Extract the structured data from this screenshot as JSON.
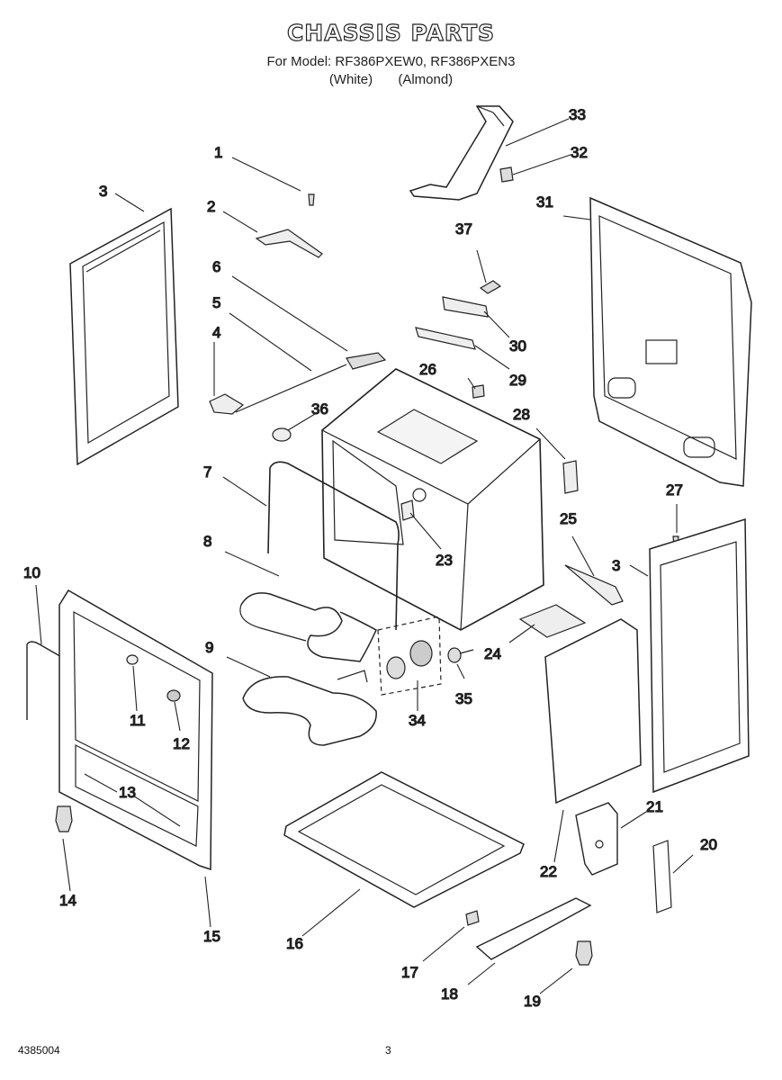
{
  "header": {
    "title": "CHASSIS PARTS",
    "models_line": "For Model: RF386PXEW0, RF386PXEN3",
    "color_white": "(White)",
    "color_almond": "(Almond)"
  },
  "callouts": [
    "1",
    "2",
    "3",
    "4",
    "5",
    "6",
    "7",
    "8",
    "9",
    "10",
    "11",
    "12",
    "13",
    "14",
    "15",
    "16",
    "17",
    "18",
    "19",
    "20",
    "21",
    "22",
    "23",
    "24",
    "25",
    "26",
    "27",
    "28",
    "29",
    "30",
    "31",
    "32",
    "33",
    "34",
    "35",
    "36",
    "37"
  ],
  "footer": {
    "doc_number": "4385004",
    "page_number": "3"
  }
}
